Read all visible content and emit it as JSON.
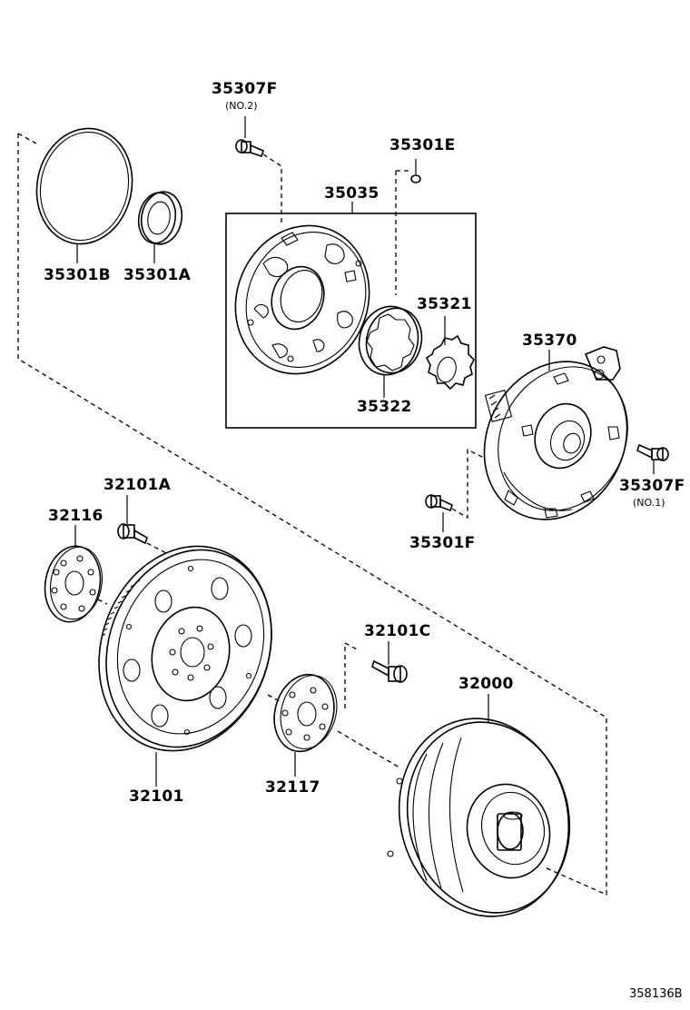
{
  "labels": {
    "p35307F_top": "35307F",
    "p35307F_top_sub": "(NO.2)",
    "p35301E": "35301E",
    "p35035": "35035",
    "p35301B": "35301B",
    "p35301A": "35301A",
    "p35321": "35321",
    "p35322": "35322",
    "p35370": "35370",
    "p35307F_right": "35307F",
    "p35307F_right_sub": "(NO.1)",
    "p35301F": "35301F",
    "p32101A": "32101A",
    "p32116": "32116",
    "p32101C": "32101C",
    "p32000": "32000",
    "p32101": "32101",
    "p32117": "32117"
  },
  "reference": "358136B"
}
